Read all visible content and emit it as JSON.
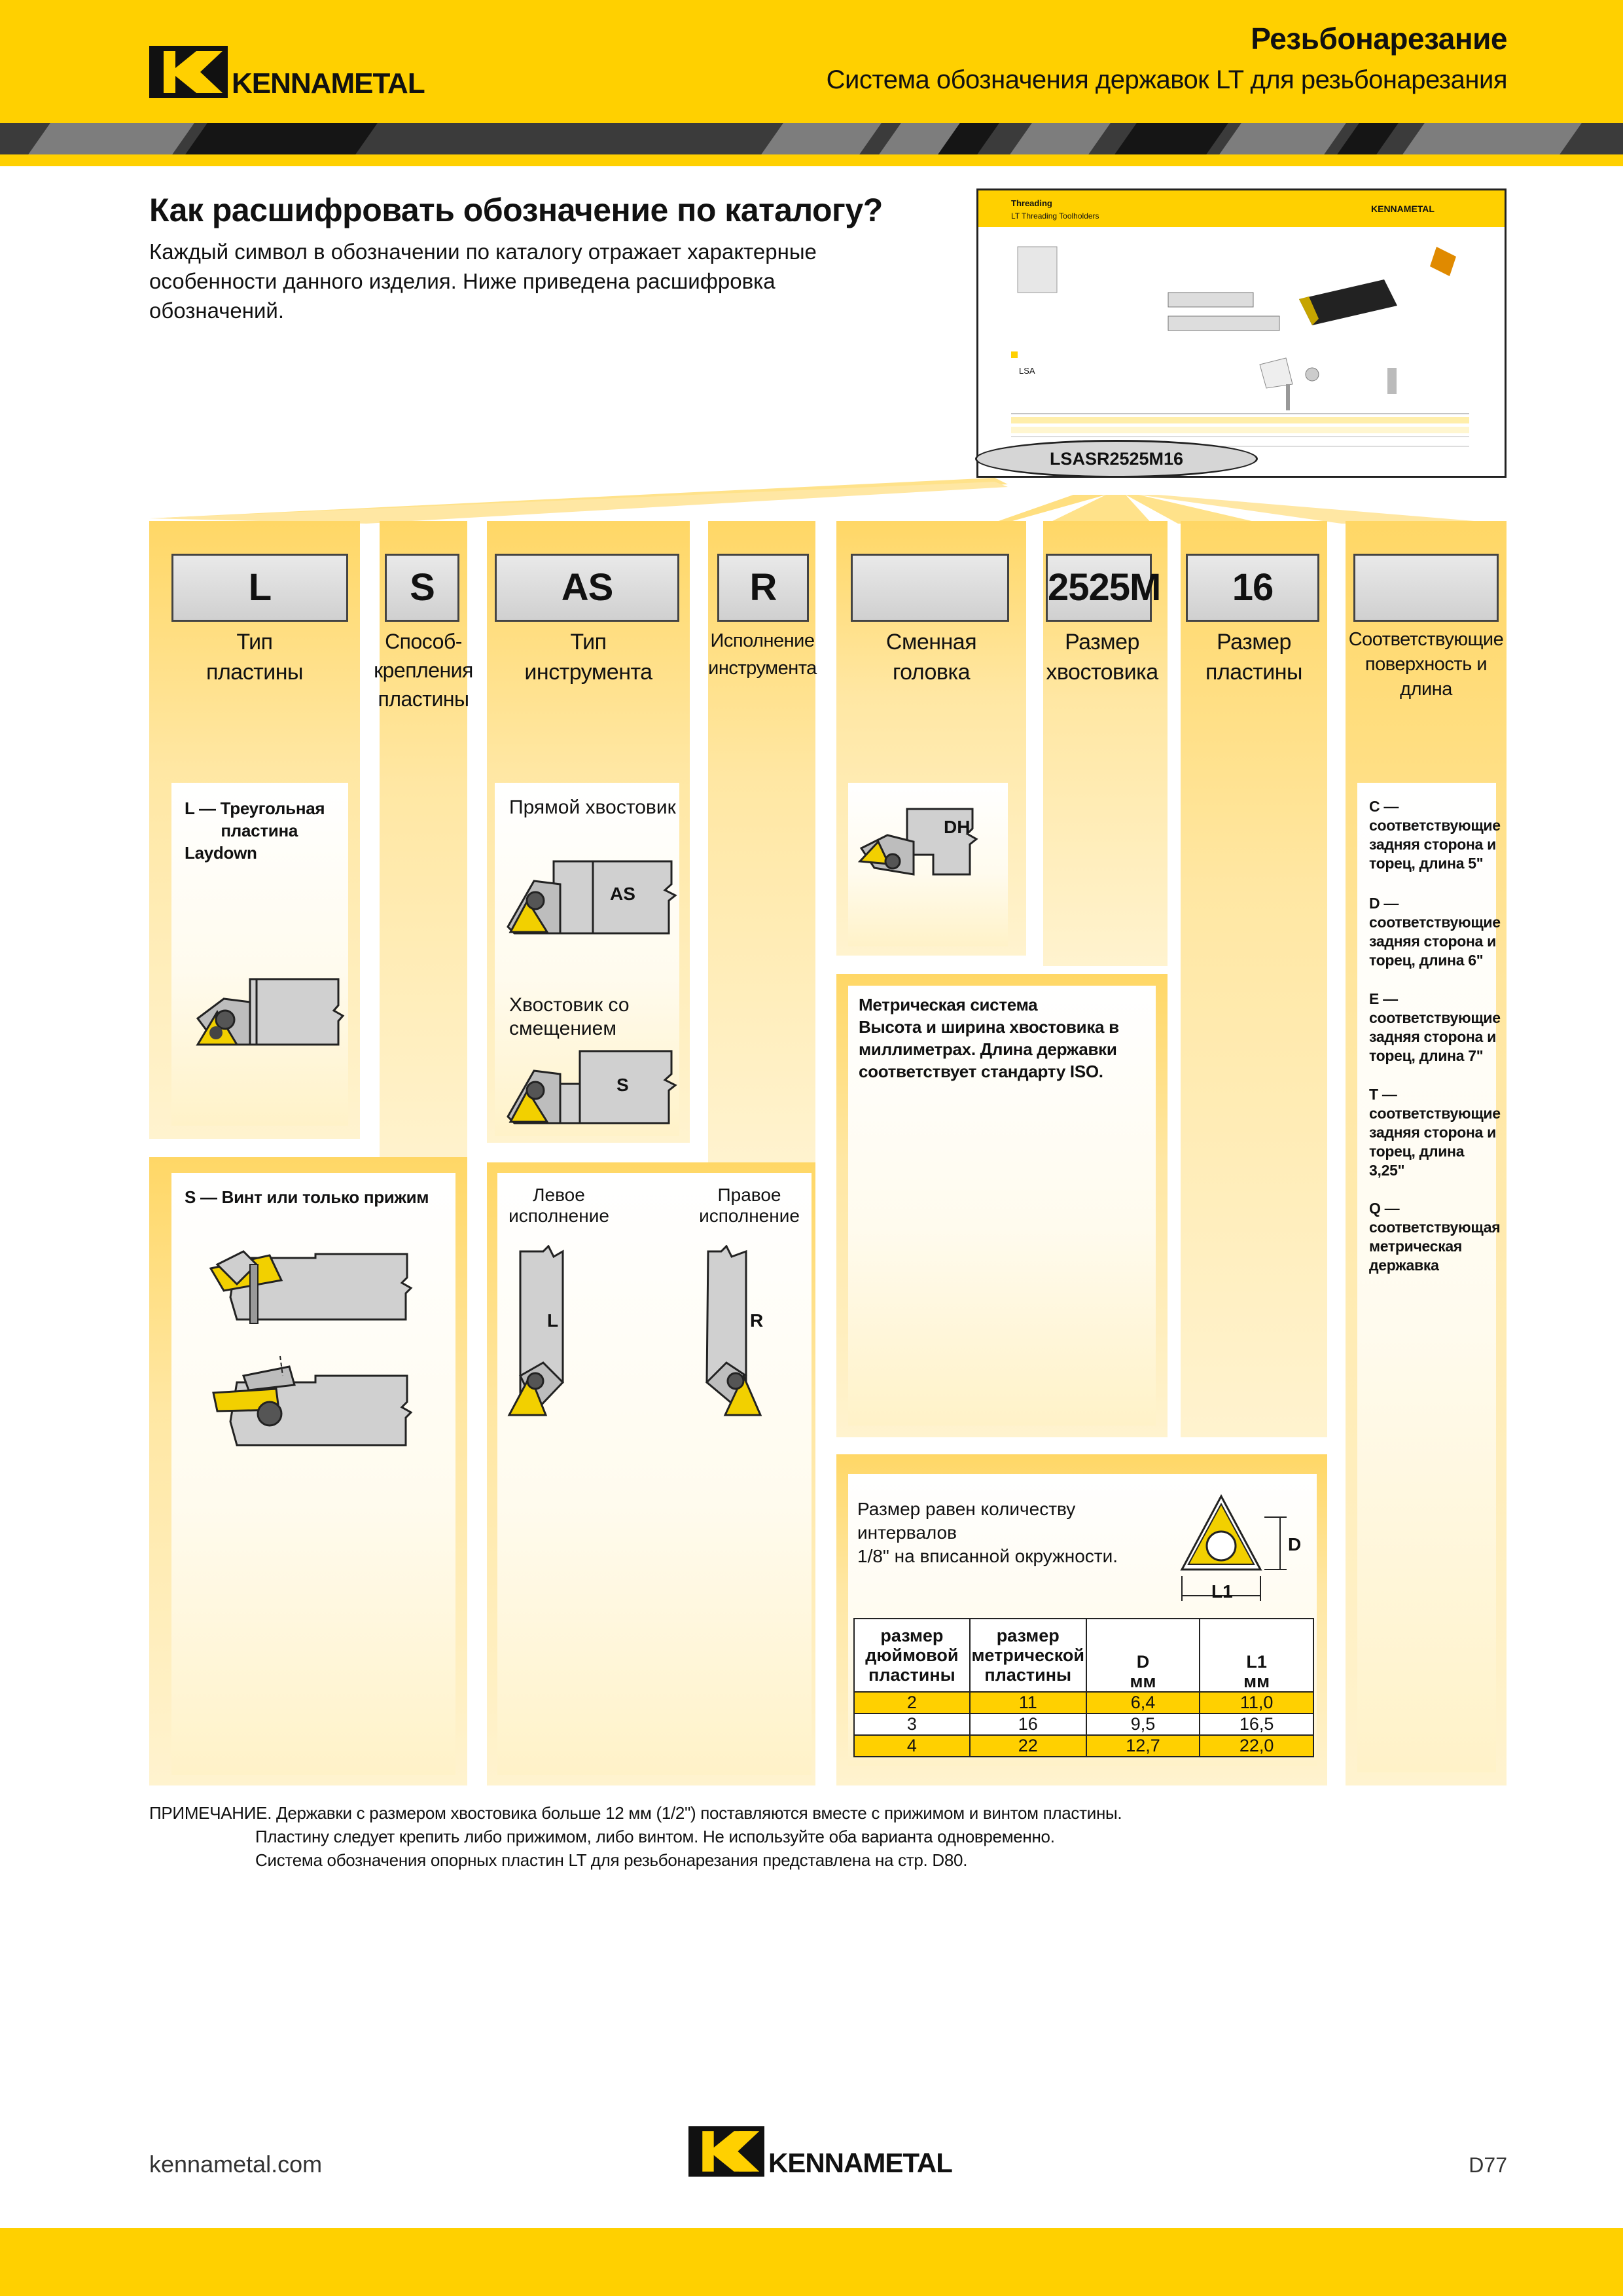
{
  "header": {
    "brand": "KENNAMETAL",
    "title": "Резьбонарезание",
    "subtitle": "Система обозначения державок LT для резьбонарезания"
  },
  "intro": {
    "question": "Как расшифровать обозначение по каталогу?",
    "text": "Каждый символ в обозначении по каталогу отражает характерные особенности данного изделия. Ниже приведена расшифровка обозначений."
  },
  "thumbnail": {
    "title": "Threading",
    "subtitle": "LT Threading Toolholders",
    "brand": "KENNAMETAL",
    "lsa_label": "LSA",
    "code": "LSASR2525M16"
  },
  "columns": [
    {
      "code": "L",
      "label": "Тип\nпластины"
    },
    {
      "code": "S",
      "label": "Способ-\nкрепления\nпластины"
    },
    {
      "code": "AS",
      "label": "Тип\nинструмента"
    },
    {
      "code": "R",
      "label": "Исполнение\nинструмента"
    },
    {
      "code": "",
      "label": "Сменная\nголовка"
    },
    {
      "code": "2525M",
      "label": "Размер\nхвостовика"
    },
    {
      "code": "16",
      "label": "Размер\nпластины"
    },
    {
      "code": "",
      "label": "Соответствующие\nповерхность и\nдлина"
    }
  ],
  "insert_type": {
    "text": "L — Треугольная\n        пластина Laydown"
  },
  "clamping": {
    "text": "S — Винт или только прижим"
  },
  "tool_type": {
    "straight": "Прямой хвостовик",
    "straight_code": "AS",
    "offset": "Хвостовик со\nсмещением",
    "offset_code": "S"
  },
  "hand": {
    "left": "Левое\nисполнение",
    "right": "Правое\nисполнение",
    "left_code": "L",
    "right_code": "R"
  },
  "head": {
    "code": "DH"
  },
  "shank": {
    "text": "Метрическая система\nВысота и ширина хвостовика в миллиметрах. Длина державки соответствует стандарту ISO."
  },
  "insert_size": {
    "text": "Размер равен количеству\nинтервалов\n1/8\" на вписанной окружности.",
    "dim_d": "D",
    "dim_l1": "L1",
    "headers": [
      "размер\nдюймовой\nпластины",
      "размер\nметрической\nпластины",
      "D\nмм",
      "L1\nмм"
    ],
    "rows": [
      [
        "2",
        "11",
        "6,4",
        "11,0"
      ],
      [
        "3",
        "16",
        "9,5",
        "16,5"
      ],
      [
        "4",
        "22",
        "12,7",
        "22,0"
      ]
    ]
  },
  "surfaces": [
    "C —\nсоответствующие\nзадняя сторона и\nторец, длина 5\"",
    "D —\nсоответствующие\nзадняя сторона и\nторец, длина 6\"",
    "E —\nсоответствующие\nзадняя сторона и\nторец, длина 7\"",
    "T —\nсоответствующие\nзадняя сторона и\nторец, длина 3,25\"",
    "Q —\nсоответствующая\nметрическая\nдержавка"
  ],
  "note": {
    "line1": "ПРИМЕЧАНИЕ. Державки с размером хвостовика больше 12 мм (1/2\") поставляются вместе с прижимом и винтом пластины.",
    "line2": "Пластину следует крепить либо прижимом, либо винтом. Не используйте оба варианта одновременно.",
    "line3": "Система обозначения опорных пластин LT для резьбонарезания представлена на стр. D80."
  },
  "footer": {
    "url": "kennametal.com",
    "brand": "KENNAMETAL",
    "page": "D77"
  }
}
